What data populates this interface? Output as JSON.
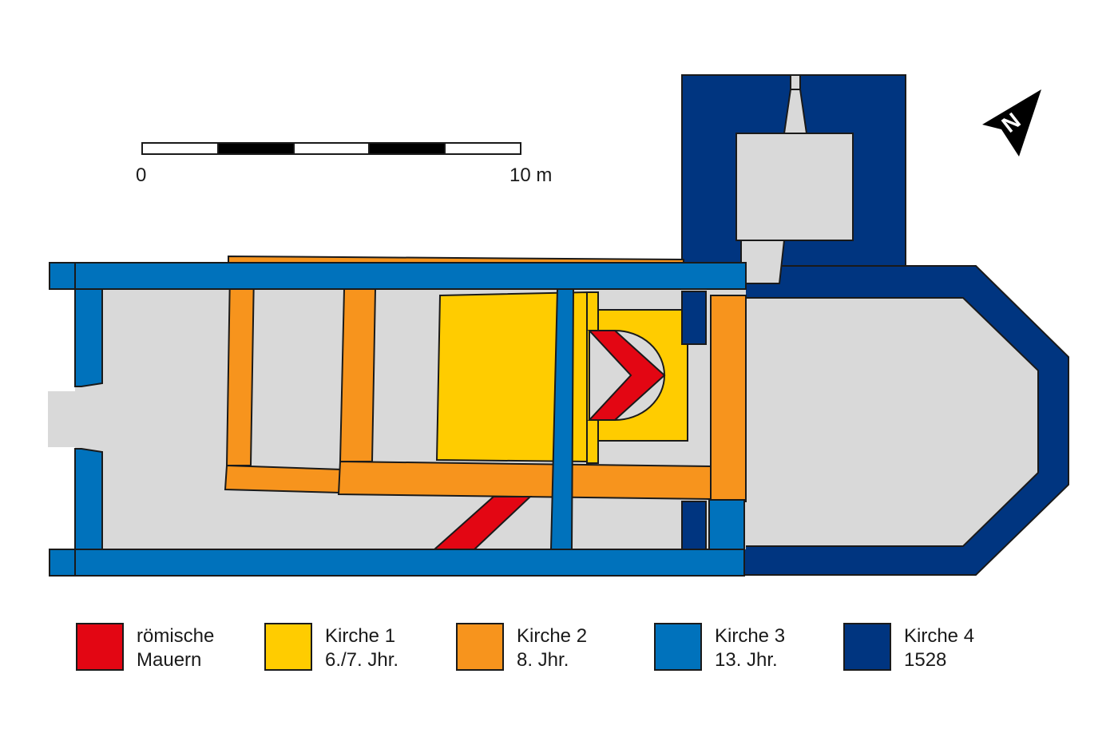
{
  "colors": {
    "roman": "#e30613",
    "kirche1": "#ffcc00",
    "kirche2": "#f7941d",
    "kirche3": "#0072bc",
    "kirche4": "#003580",
    "floor": "#d9d9d9",
    "outline": "#1a1a1a"
  },
  "scale_bar": {
    "start_label": "0",
    "end_label": "10 m"
  },
  "north_arrow": {
    "label": "N"
  },
  "legend": [
    {
      "line1": "römische",
      "line2": "Mauern",
      "color": "#e30613"
    },
    {
      "line1": "Kirche 1",
      "line2": "6./7. Jhr.",
      "color": "#ffcc00"
    },
    {
      "line1": "Kirche 2",
      "line2": "8. Jhr.",
      "color": "#f7941d"
    },
    {
      "line1": "Kirche 3",
      "line2": "13. Jhr.",
      "color": "#0072bc"
    },
    {
      "line1": "Kirche 4",
      "line2": "1528",
      "color": "#003580"
    }
  ]
}
